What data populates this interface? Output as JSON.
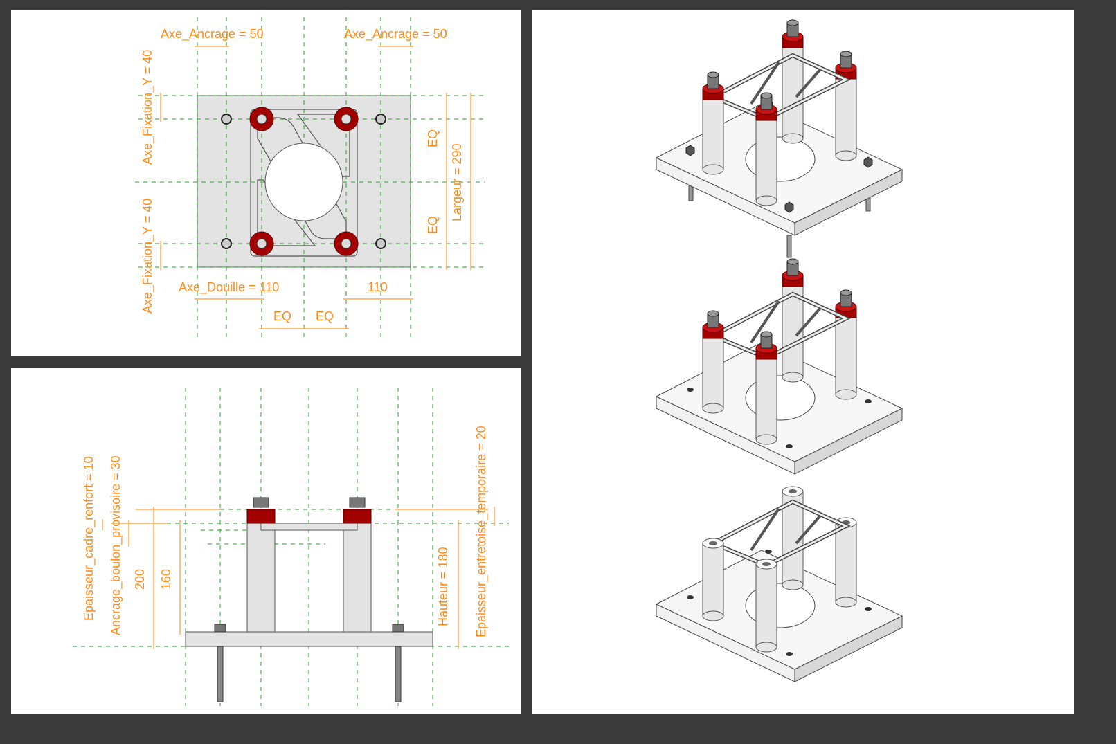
{
  "plan_view": {
    "axe_ancrage_left": "Axe_Ancrage = 50",
    "axe_ancrage_right": "Axe_Ancrage = 50",
    "axe_fixation_top": "Axe_Fixation_Y = 40",
    "axe_fixation_bottom": "Axe_Fixation_Y = 40",
    "axe_douille": "Axe_Douille = 110",
    "douille_right": "110",
    "eq_left": "EQ",
    "eq_right": "EQ",
    "eq_top": "EQ",
    "eq_bottom": "EQ",
    "largeur": "Largeur = 290"
  },
  "elevation_view": {
    "epaisseur_cadre_renfort": "Epaisseur_cadre_renfort = 10",
    "ancrage_boulon_provisoire": "Ancrage_boulon_provisoire = 30",
    "dim_200": "200",
    "dim_160": "160",
    "hauteur": "Hauteur = 180",
    "epaisseur_entretoise_temporaire": "Epaisseur_entretoise_temporaire = 20"
  },
  "iso_views": [
    {
      "variant": "with-bolts-and-anchors"
    },
    {
      "variant": "with-bolts"
    },
    {
      "variant": "bare"
    }
  ],
  "colors": {
    "background": "#3b3b3b",
    "dimension": "#ff8c1a",
    "reference_plane": "#2aa02a",
    "spacer_red": "#a30000",
    "steel": "#e3e3e3"
  }
}
